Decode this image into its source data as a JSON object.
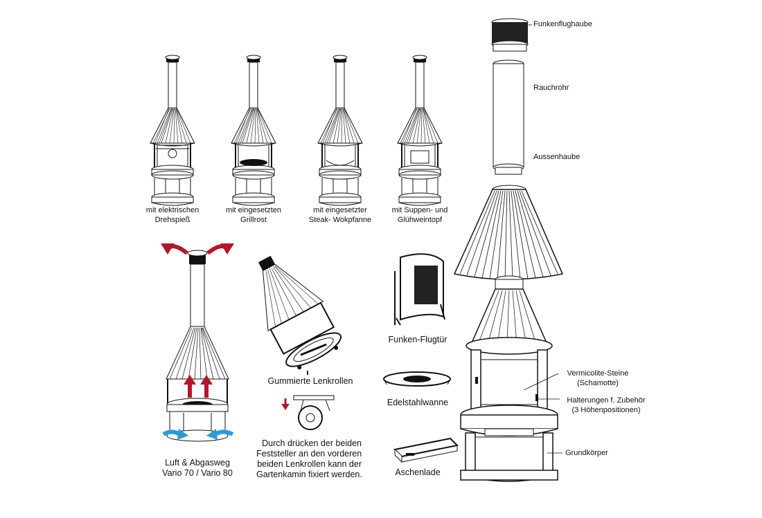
{
  "variants": [
    {
      "line1": "mit elektrischen",
      "line2": "Drehspieß"
    },
    {
      "line1": "mit eingesetzten",
      "line2": "Grillrost"
    },
    {
      "line1": "mit eingesetzter",
      "line2": "Steak- Wokpfanne"
    },
    {
      "line1": "mit Suppen- und",
      "line2": "Glühweintopf"
    }
  ],
  "airflow": {
    "line1": "Luft & Abgasweg",
    "line2": "Vario 70 / Vario 80"
  },
  "casters": {
    "title": "Gummierte Lenkrollen",
    "text": [
      "Durch drücken der beiden",
      "Feststeller an den vorderen",
      "beiden Lenkrollen kann der",
      "Gartenkamin fixiert werden."
    ]
  },
  "parts": {
    "spark_door": "Funken-Flugtür",
    "steel_pan": "Edelstahlwanne",
    "ash_drawer": "Aschenlade",
    "spark_hood": "Funkenflughaube",
    "smoke_pipe": "Rauchrohr",
    "outer_hood": "Aussenhaube",
    "vermiculite_1": "Vermicolite-Steine",
    "vermiculite_2": "(Schamotte)",
    "holders_1": "Halterungen f. Zubehör",
    "holders_2": "(3 Höhenpositionen)",
    "base": "Grundkörper"
  },
  "colors": {
    "line": "#111111",
    "arrow_red": "#b2182b",
    "arrow_blue": "#2b9bd7",
    "bg": "#ffffff"
  }
}
